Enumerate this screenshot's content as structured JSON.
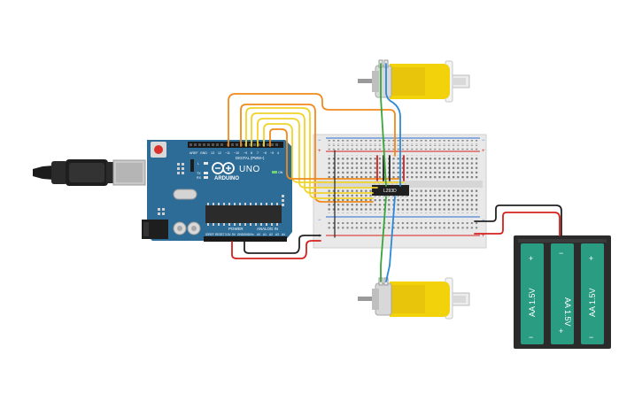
{
  "arduino": {
    "model": "UNO",
    "brand": "ARDUINO",
    "digital_label": "DIGITAL (PWM~)",
    "power_label": "POWER",
    "analog_label": "ANALOG IN",
    "tx_label": "TX",
    "rx_label": "RX",
    "l_label": "L",
    "on_label": "ON"
  },
  "chip": {
    "label": "L293D"
  },
  "battery": {
    "cells": [
      {
        "label": "AA 1.5V",
        "top_symbol": "+",
        "bottom_symbol": "−"
      },
      {
        "label": "AA 1.5V",
        "top_symbol": "−",
        "bottom_symbol": "+"
      },
      {
        "label": "AA 1.5V",
        "top_symbol": "+",
        "bottom_symbol": "−"
      }
    ]
  },
  "colors": {
    "board": "#2e6c98",
    "board_dark": "#1f5279",
    "breadboard": "#e9e9e9",
    "motor_yellow": "#f2d20b",
    "battery_teal": "#2a9c82",
    "battery_case": "#2b2b2b",
    "wire_orange": "#f08a1c",
    "wire_yellow": "#f1d42a",
    "wire_red": "#d62020",
    "wire_black": "#222222",
    "wire_green": "#3aa63a",
    "wire_blue": "#2a8ad8"
  }
}
